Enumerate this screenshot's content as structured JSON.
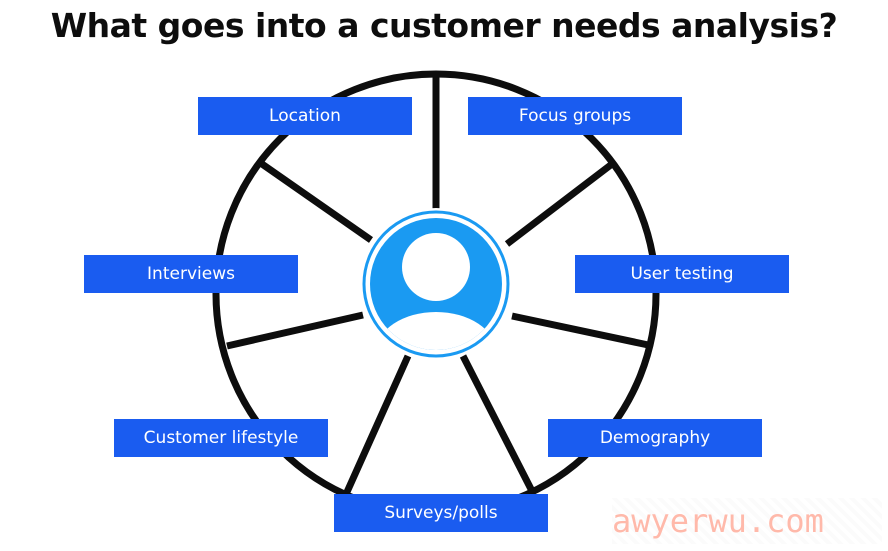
{
  "title": "What goes into a customer needs analysis?",
  "center": {
    "icon": "user-icon"
  },
  "labels": [
    {
      "text": "Location"
    },
    {
      "text": "Focus groups"
    },
    {
      "text": "Interviews"
    },
    {
      "text": "User testing"
    },
    {
      "text": "Customer lifestyle"
    },
    {
      "text": "Demography"
    },
    {
      "text": "Surveys/polls"
    }
  ],
  "watermark": "awyerwu.com",
  "colors": {
    "box": "#1a5cf0",
    "center_circle": "#1a9af2",
    "ring": "#0d0d0d"
  }
}
